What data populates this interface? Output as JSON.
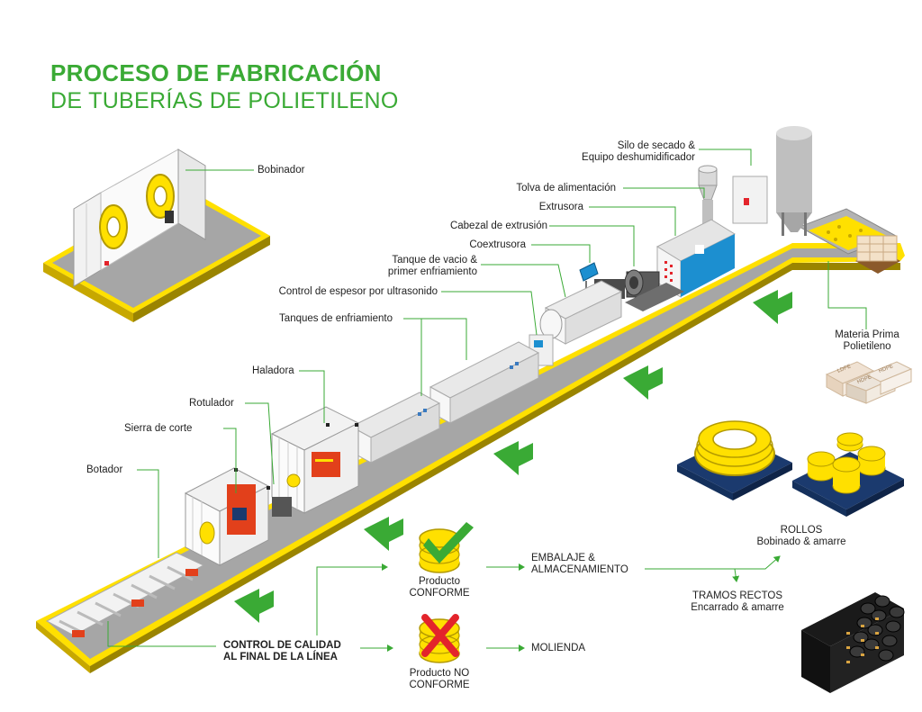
{
  "title": {
    "line1": "PROCESO DE FABRICACIÓN",
    "line2": "DE TUBERÍAS DE POLIETILENO"
  },
  "labels": {
    "bobinador": "Bobinador",
    "silo_1": "Silo de secado &",
    "silo_2": "Equipo deshumidificador",
    "tolva": "Tolva de alimentación",
    "extrusora": "Extrusora",
    "cabezal": "Cabezal de extrusión",
    "coextrusora": "Coextrusora",
    "tanque_vacio_1": "Tanque de vacio &",
    "tanque_vacio_2": "primer enfriamiento",
    "control_espesor": "Control de espesor por ultrasonido",
    "tanques_enfriamiento": "Tanques de enfriamiento",
    "haladora": "Haladora",
    "rotulador": "Rotulador",
    "sierra": "Sierra de corte",
    "botador": "Botador",
    "materia_prima_1": "Materia Prima",
    "materia_prima_2": "Polietileno",
    "control_calidad_1": "CONTROL DE CALIDAD",
    "control_calidad_2": "AL FINAL DE LA LÍNEA",
    "producto_conforme_1": "Producto",
    "producto_conforme_2": "CONFORME",
    "producto_no_conforme_1": "Producto NO",
    "producto_no_conforme_2": "CONFORME",
    "embalaje_1": "EMBALAJE &",
    "embalaje_2": "ALMACENAMIENTO",
    "molienda": "MOLIENDA",
    "rollos_1": "ROLLOS",
    "rollos_2": "Bobinado & amarre",
    "tramos_1": "TRAMOS RECTOS",
    "tramos_2": "Encarrado & amarre"
  },
  "bag_labels": [
    "LDPE",
    "HDPE",
    "HDPE"
  ],
  "colors": {
    "brand_green": "#3aaa35",
    "yellow": "#ffe000",
    "floor_gray": "#a6a6a6",
    "machine_white": "#f2f2f2",
    "pallet_navy": "#1b3a6e",
    "reject_red": "#e3242b",
    "accent_red": "#e2401b",
    "extruder_blue": "#1c8fd0"
  }
}
